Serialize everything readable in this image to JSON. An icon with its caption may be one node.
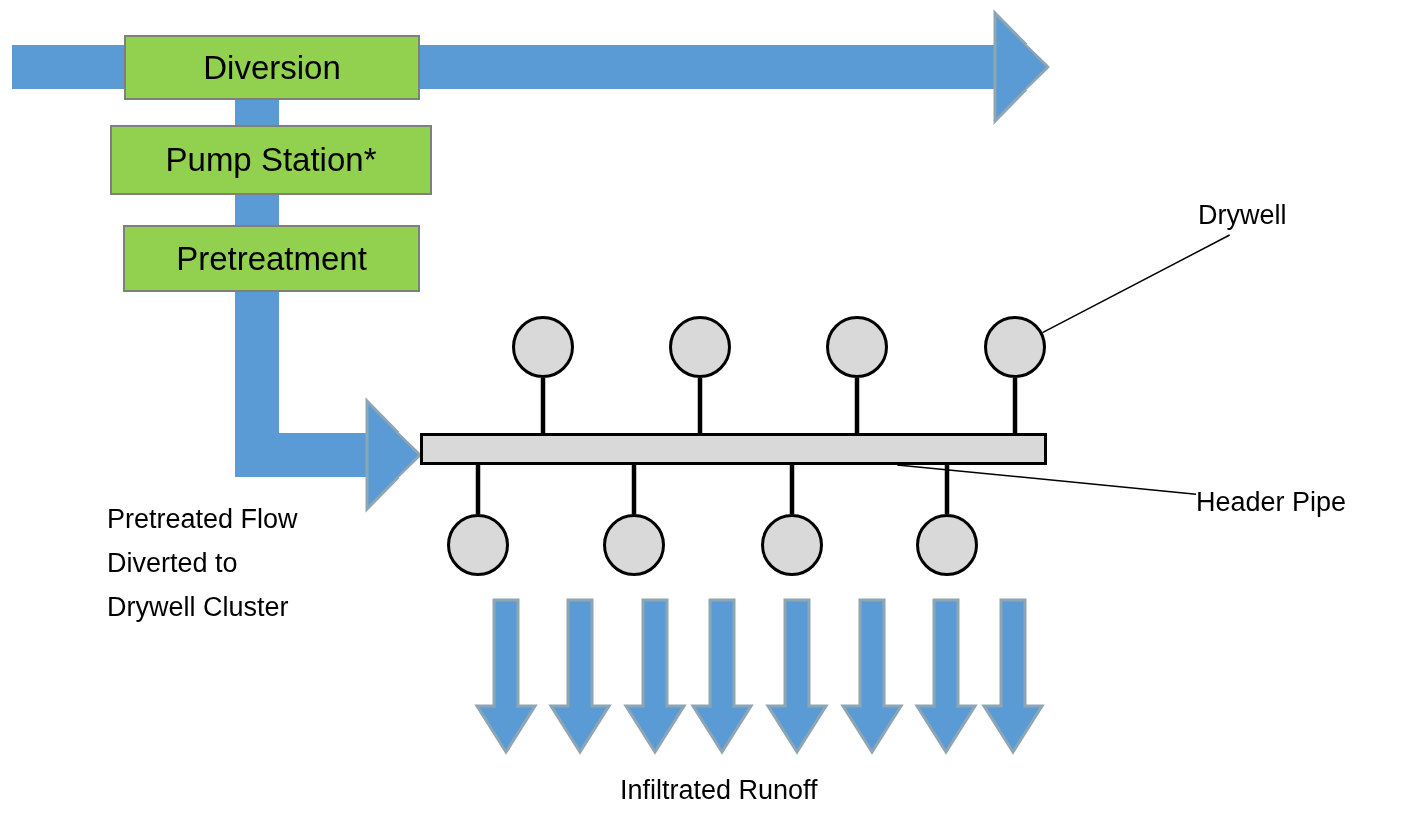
{
  "diagram": {
    "nodes": [
      {
        "text": [
          "Diversion"
        ]
      },
      {
        "text": [
          "Pump Station*"
        ]
      },
      {
        "text": [
          "Pretreatment"
        ]
      },
      {
        "text": [],
        "shape": "bar"
      },
      {
        "text": [],
        "shape": "circle"
      },
      {
        "text": [],
        "shape": "circle"
      },
      {
        "text": [],
        "shape": "circle"
      },
      {
        "text": [],
        "shape": "circle"
      },
      {
        "text": [],
        "shape": "circle"
      },
      {
        "text": [],
        "shape": "circle"
      },
      {
        "text": [],
        "shape": "circle"
      },
      {
        "text": [],
        "shape": "circle"
      },
      {
        "text": [
          "Drywell"
        ]
      },
      {
        "text": [
          "Header Pipe"
        ]
      }
    ],
    "edges": [
      {
        "from": null,
        "to": 0,
        "arrow": "none",
        "style": "thick",
        "color": "#5b9bd5"
      },
      {
        "from": 0,
        "to": null,
        "arrow": "to",
        "style": "thick",
        "color": "#5b9bd5"
      },
      {
        "from": 0,
        "to": 1,
        "arrow": "none",
        "style": "thick",
        "color": "#5b9bd5"
      },
      {
        "from": 1,
        "to": 2,
        "arrow": "none",
        "style": "thick",
        "color": "#5b9bd5"
      },
      {
        "from": 2,
        "to": 3,
        "arrow": "to",
        "style": "thick",
        "color": "#5b9bd5"
      },
      {
        "from": 4,
        "to": 3,
        "arrow": "none"
      },
      {
        "from": 5,
        "to": 3,
        "arrow": "none"
      },
      {
        "from": 6,
        "to": 3,
        "arrow": "none"
      },
      {
        "from": 7,
        "to": 3,
        "arrow": "none"
      },
      {
        "from": 8,
        "to": 3,
        "arrow": "none"
      },
      {
        "from": 9,
        "to": 3,
        "arrow": "none"
      },
      {
        "from": 10,
        "to": 3,
        "arrow": "none"
      },
      {
        "from": 11,
        "to": 3,
        "arrow": "none"
      },
      {
        "from": 12,
        "to": 7,
        "arrow": "none"
      },
      {
        "from": 13,
        "to": 3,
        "arrow": "none"
      }
    ],
    "labels": [
      "Pretreated Flow Diverted to Drywell Cluster",
      "Infiltrated Runoff"
    ]
  }
}
